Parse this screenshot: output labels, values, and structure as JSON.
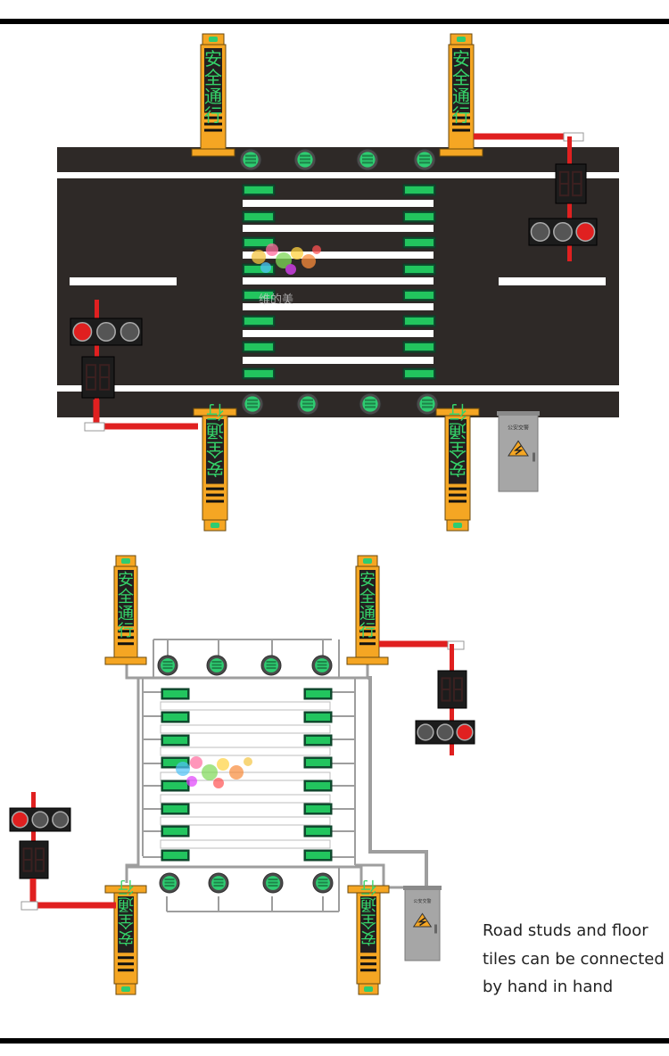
{
  "bollard_text": "安全通行",
  "cabinet_label": "公安交警",
  "watermark_text": "维的美",
  "caption": {
    "line1": "Road studs and floor",
    "line2": "tiles can be connected",
    "line3": "by hand in hand"
  },
  "colors": {
    "road": "#2e2927",
    "bollard_yellow": "#f5a623",
    "bollard_black": "#231f20",
    "stud_green": "#2ecc71",
    "tile_green": "#22c55e",
    "red_light": "#e02020",
    "barrier_red": "#e02020",
    "cable_gray": "#9e9e9e",
    "cabinet_gray": "#a6a6a6"
  },
  "icons": [
    "bollard-icon",
    "road-stud-icon",
    "floor-tile-icon",
    "traffic-light-icon",
    "countdown-display-icon",
    "barrier-arm-icon",
    "control-cabinet-icon",
    "warning-triangle-icon"
  ]
}
